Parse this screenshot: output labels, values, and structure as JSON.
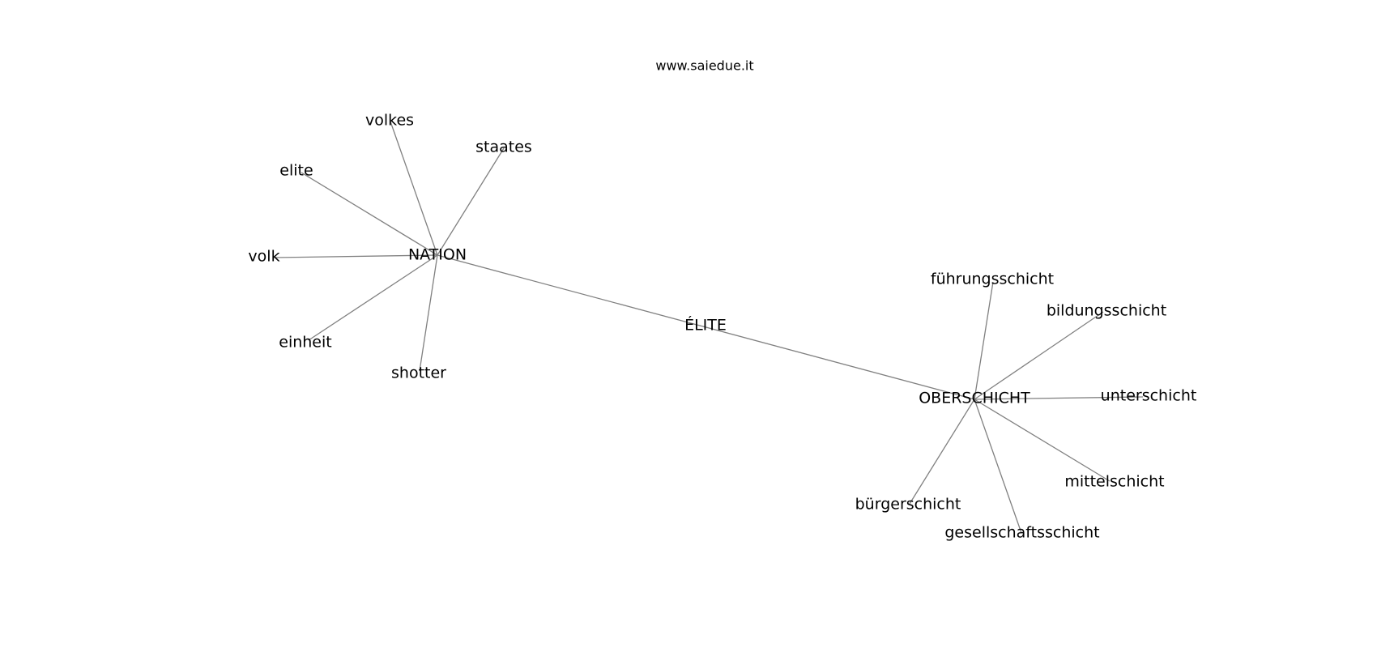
{
  "watermark": "www.saiedue.it",
  "colors": {
    "edge": "#808080",
    "label": "#000000",
    "background": "#ffffff"
  },
  "nodes": [
    {
      "id": "elite_center",
      "label": "ÉLITE"
    },
    {
      "id": "nation",
      "label": "NATION"
    },
    {
      "id": "oberschicht",
      "label": "OBERSCHICHT"
    },
    {
      "id": "volkes",
      "label": "volkes"
    },
    {
      "id": "staates",
      "label": "staates"
    },
    {
      "id": "elite",
      "label": "elite"
    },
    {
      "id": "volk",
      "label": "volk"
    },
    {
      "id": "einheit",
      "label": "einheit"
    },
    {
      "id": "shotter",
      "label": "shotter"
    },
    {
      "id": "fuehrungsschicht",
      "label": "führungsschicht"
    },
    {
      "id": "bildungsschicht",
      "label": "bildungsschicht"
    },
    {
      "id": "unterschicht",
      "label": "unterschicht"
    },
    {
      "id": "mittelschicht",
      "label": "mittelschicht"
    },
    {
      "id": "buergerschicht",
      "label": "bürgerschicht"
    },
    {
      "id": "gesellschaftsschicht",
      "label": "gesellschaftsschicht"
    }
  ],
  "edges": [
    {
      "from": "nation",
      "to": "oberschicht"
    },
    {
      "from": "nation",
      "to": "volkes"
    },
    {
      "from": "nation",
      "to": "staates"
    },
    {
      "from": "nation",
      "to": "elite"
    },
    {
      "from": "nation",
      "to": "volk"
    },
    {
      "from": "nation",
      "to": "einheit"
    },
    {
      "from": "nation",
      "to": "shotter"
    },
    {
      "from": "oberschicht",
      "to": "fuehrungsschicht"
    },
    {
      "from": "oberschicht",
      "to": "bildungsschicht"
    },
    {
      "from": "oberschicht",
      "to": "unterschicht"
    },
    {
      "from": "oberschicht",
      "to": "mittelschicht"
    },
    {
      "from": "oberschicht",
      "to": "buergerschicht"
    },
    {
      "from": "oberschicht",
      "to": "gesellschaftsschicht"
    }
  ]
}
